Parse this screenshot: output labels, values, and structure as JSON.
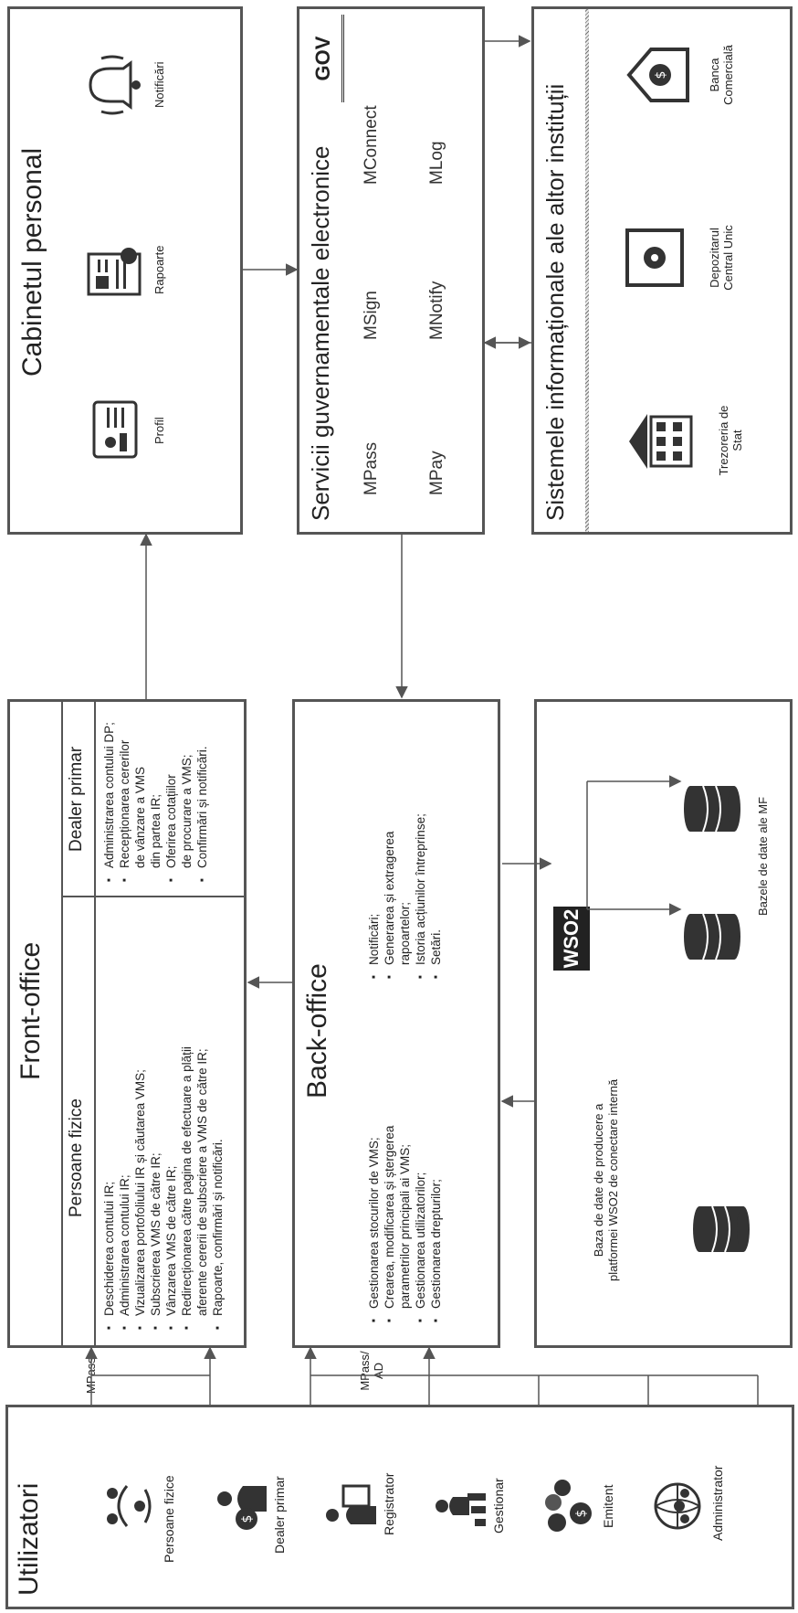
{
  "users": {
    "title": "Utilizatori",
    "items": [
      "Persoane fizice",
      "Dealer primar",
      "Registrator",
      "Gestionar",
      "Emitent",
      "Administrator"
    ]
  },
  "auth": {
    "mpass": "MPass",
    "mpass_ad": "MPass/ AD"
  },
  "front_office": {
    "title": "Front-office",
    "persoane": {
      "heading": "Persoane fizice",
      "items": [
        "Deschiderea contului IR;",
        "Administrarea contului IR;",
        "Vizualizarea portofoliului IR și căutarea VMS;",
        "Subscrierea VMS de către IR;",
        "Vânzarea VMS de către IR;",
        "Redirecționarea către pagina de efectuare a plății",
        "aferente cererii de subscriere a VMS de către IR;",
        "Rapoarte, confirmări și notificări."
      ]
    },
    "dealer": {
      "heading": "Dealer primar",
      "items": [
        "Administrarea contului DP;",
        "Recepționarea cererilor",
        "de vânzare a VMS",
        "din partea IR;",
        "Oferirea cotațiilor",
        "de procurare a VMS;",
        "Confirmări și notificări."
      ]
    }
  },
  "back_office": {
    "title": "Back-office",
    "col1": [
      "Gestionarea stocurilor de VMS;",
      "Crearea, modificarea și ștergerea",
      "parametrilor principali ai VMS;",
      "Gestionarea utilizatorilor;",
      "Gestionarea drepturilor;"
    ],
    "col2": [
      "Notificări;",
      "Generarea și extragerea",
      "rapoartelor;",
      "Istoria acțiunilor întreprinse;",
      "Setări."
    ]
  },
  "db": {
    "wso2_db_label_1": "Baza de date de producere a",
    "wso2_db_label_2": "platformei WSO2 de conectare internă",
    "wso2": "WSO2",
    "mf_label": "Bazele de date ale MF"
  },
  "cabinet": {
    "title": "Cabinetul personal",
    "items": [
      "Profil",
      "Rapoarte",
      "Notificări"
    ]
  },
  "gov": {
    "title": "Servicii guvernamentale electronice",
    "logo": "GOV",
    "services": [
      "MPass",
      "MSign",
      "MConnect",
      "MPay",
      "MNotify",
      "MLog"
    ]
  },
  "other": {
    "title": "Sistemele informaționale ale altor instituții",
    "items": [
      "Trezoreria de Stat",
      "Depozitarul Central Unic",
      "Banca Comercială"
    ]
  },
  "colors": {
    "border": "#555555",
    "wso2_bg": "#222222",
    "text": "#222222"
  }
}
